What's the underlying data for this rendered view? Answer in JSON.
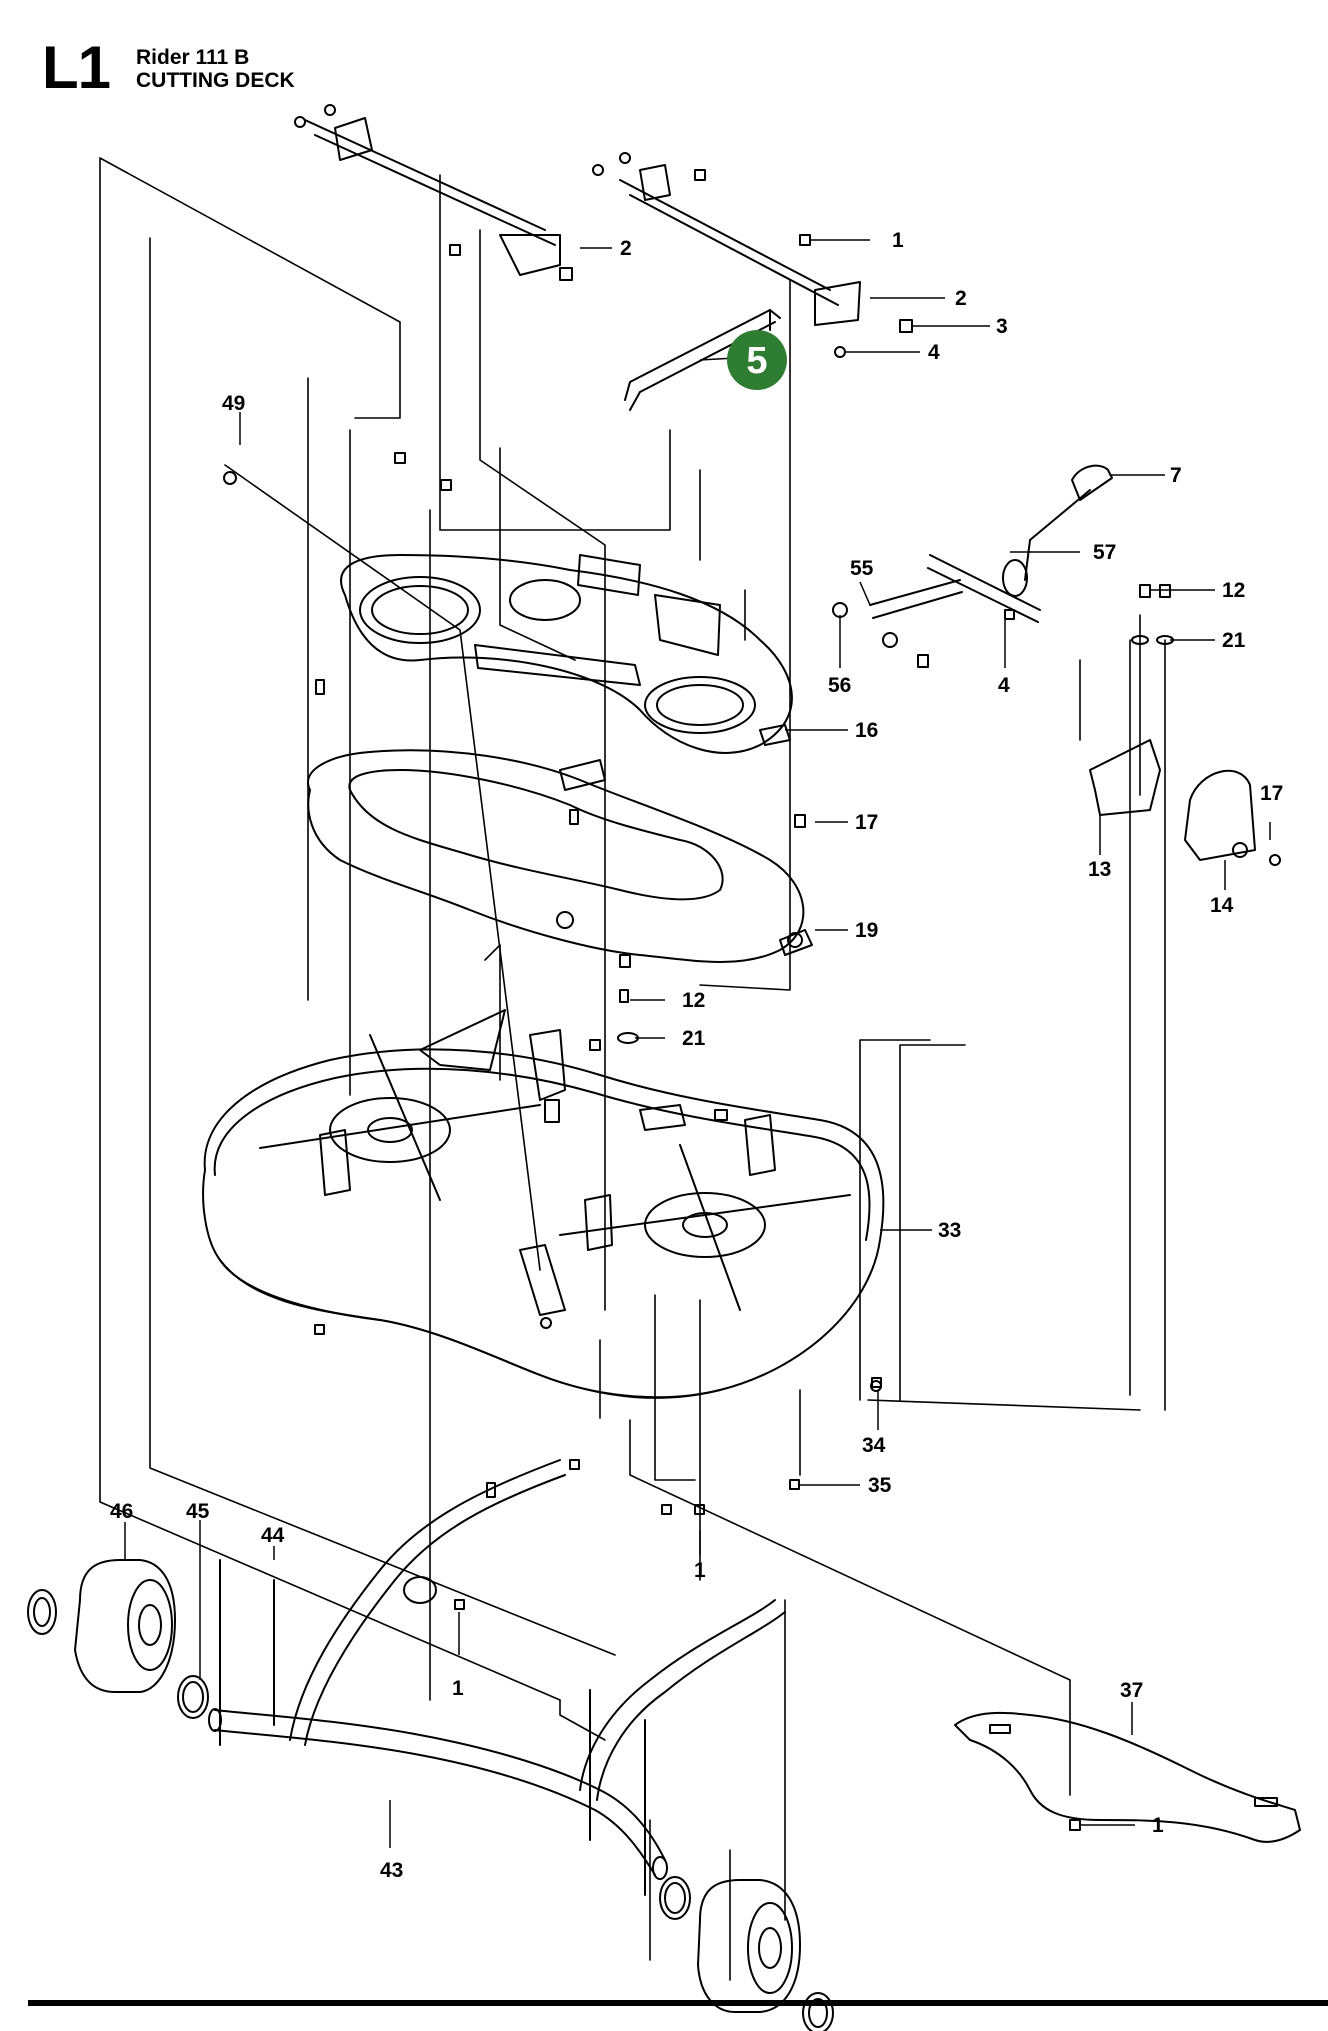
{
  "header": {
    "section_code": "L1",
    "model": "Rider 111 B",
    "section_title": "CUTTING DECK"
  },
  "highlight": {
    "number": "5",
    "color": "#2e7d32"
  },
  "part_labels": [
    {
      "key": "p1a",
      "text": "1"
    },
    {
      "key": "p2a",
      "text": "2"
    },
    {
      "key": "p2b",
      "text": "2"
    },
    {
      "key": "p3",
      "text": "3"
    },
    {
      "key": "p4a",
      "text": "4"
    },
    {
      "key": "p49",
      "text": "49"
    },
    {
      "key": "p7",
      "text": "7"
    },
    {
      "key": "p57",
      "text": "57"
    },
    {
      "key": "p55",
      "text": "55"
    },
    {
      "key": "p12a",
      "text": "12"
    },
    {
      "key": "p21a",
      "text": "21"
    },
    {
      "key": "p56",
      "text": "56"
    },
    {
      "key": "p4b",
      "text": "4"
    },
    {
      "key": "p16",
      "text": "16"
    },
    {
      "key": "p17a",
      "text": "17"
    },
    {
      "key": "p13",
      "text": "13"
    },
    {
      "key": "p17b",
      "text": "17"
    },
    {
      "key": "p14",
      "text": "14"
    },
    {
      "key": "p19",
      "text": "19"
    },
    {
      "key": "p12b",
      "text": "12"
    },
    {
      "key": "p21b",
      "text": "21"
    },
    {
      "key": "p33",
      "text": "33"
    },
    {
      "key": "p34",
      "text": "34"
    },
    {
      "key": "p35",
      "text": "35"
    },
    {
      "key": "p1b",
      "text": "1"
    },
    {
      "key": "p46",
      "text": "46"
    },
    {
      "key": "p45",
      "text": "45"
    },
    {
      "key": "p44",
      "text": "44"
    },
    {
      "key": "p1c",
      "text": "1"
    },
    {
      "key": "p37",
      "text": "37"
    },
    {
      "key": "p1d",
      "text": "1"
    },
    {
      "key": "p43",
      "text": "43"
    }
  ]
}
